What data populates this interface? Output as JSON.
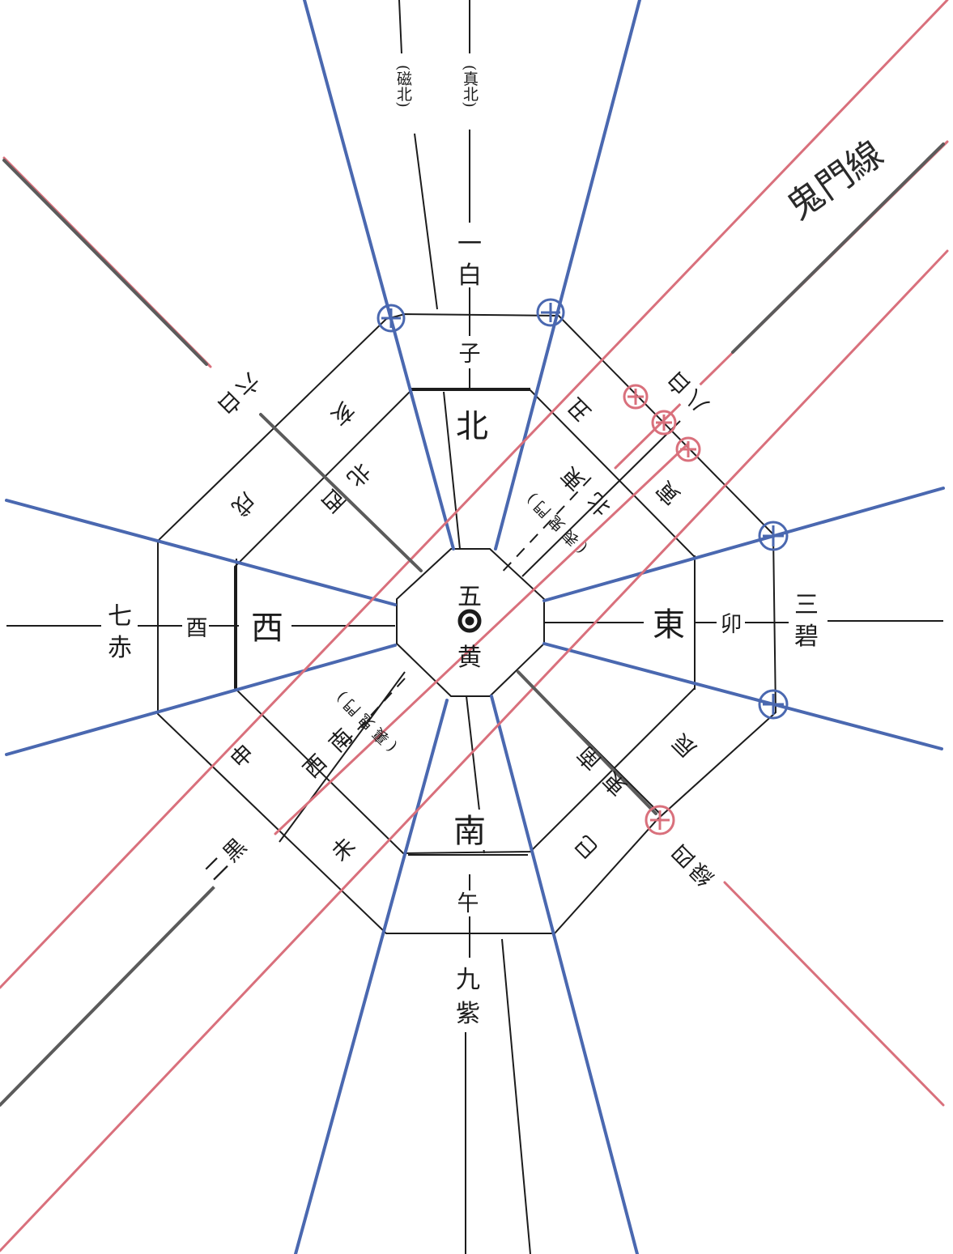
{
  "diagram": {
    "title": "鬼門線",
    "center": {
      "star_number": "五",
      "star_color": "黄"
    },
    "north_markers": {
      "true_north": "(真北)",
      "magnetic_north": "(磁北)"
    },
    "stars": {
      "north": {
        "number": "一",
        "color": "白"
      },
      "northeast": {
        "number": "八",
        "color": "白"
      },
      "east": {
        "number": "三",
        "color": "碧"
      },
      "southeast": {
        "number": "四",
        "color": "緑"
      },
      "south": {
        "number": "九",
        "color": "紫"
      },
      "southwest": {
        "number": "二",
        "color": "黒"
      },
      "west": {
        "number": "七",
        "color": "赤"
      },
      "northwest": {
        "number": "六",
        "color": "白"
      }
    },
    "directions": {
      "north": "北",
      "east": "東",
      "south": "南",
      "west": "西",
      "northeast": "北東",
      "southwest": "西南",
      "northwest": "北西",
      "southeast": "東南"
    },
    "kimon": {
      "omote": "(表鬼門)",
      "ura": "(裏鬼門)"
    },
    "branches": {
      "zi": "子",
      "chou": "丑",
      "yin": "寅",
      "mao": "卯",
      "chen": "辰",
      "si": "巳",
      "wu": "午",
      "wei": "未",
      "shen": "申",
      "you": "酉",
      "xu": "戌",
      "hai": "亥"
    },
    "colors": {
      "ink": "#1c1c1c",
      "blue": "#4a68b0",
      "red": "#d9707c",
      "grey": "#5b5b5b"
    }
  }
}
